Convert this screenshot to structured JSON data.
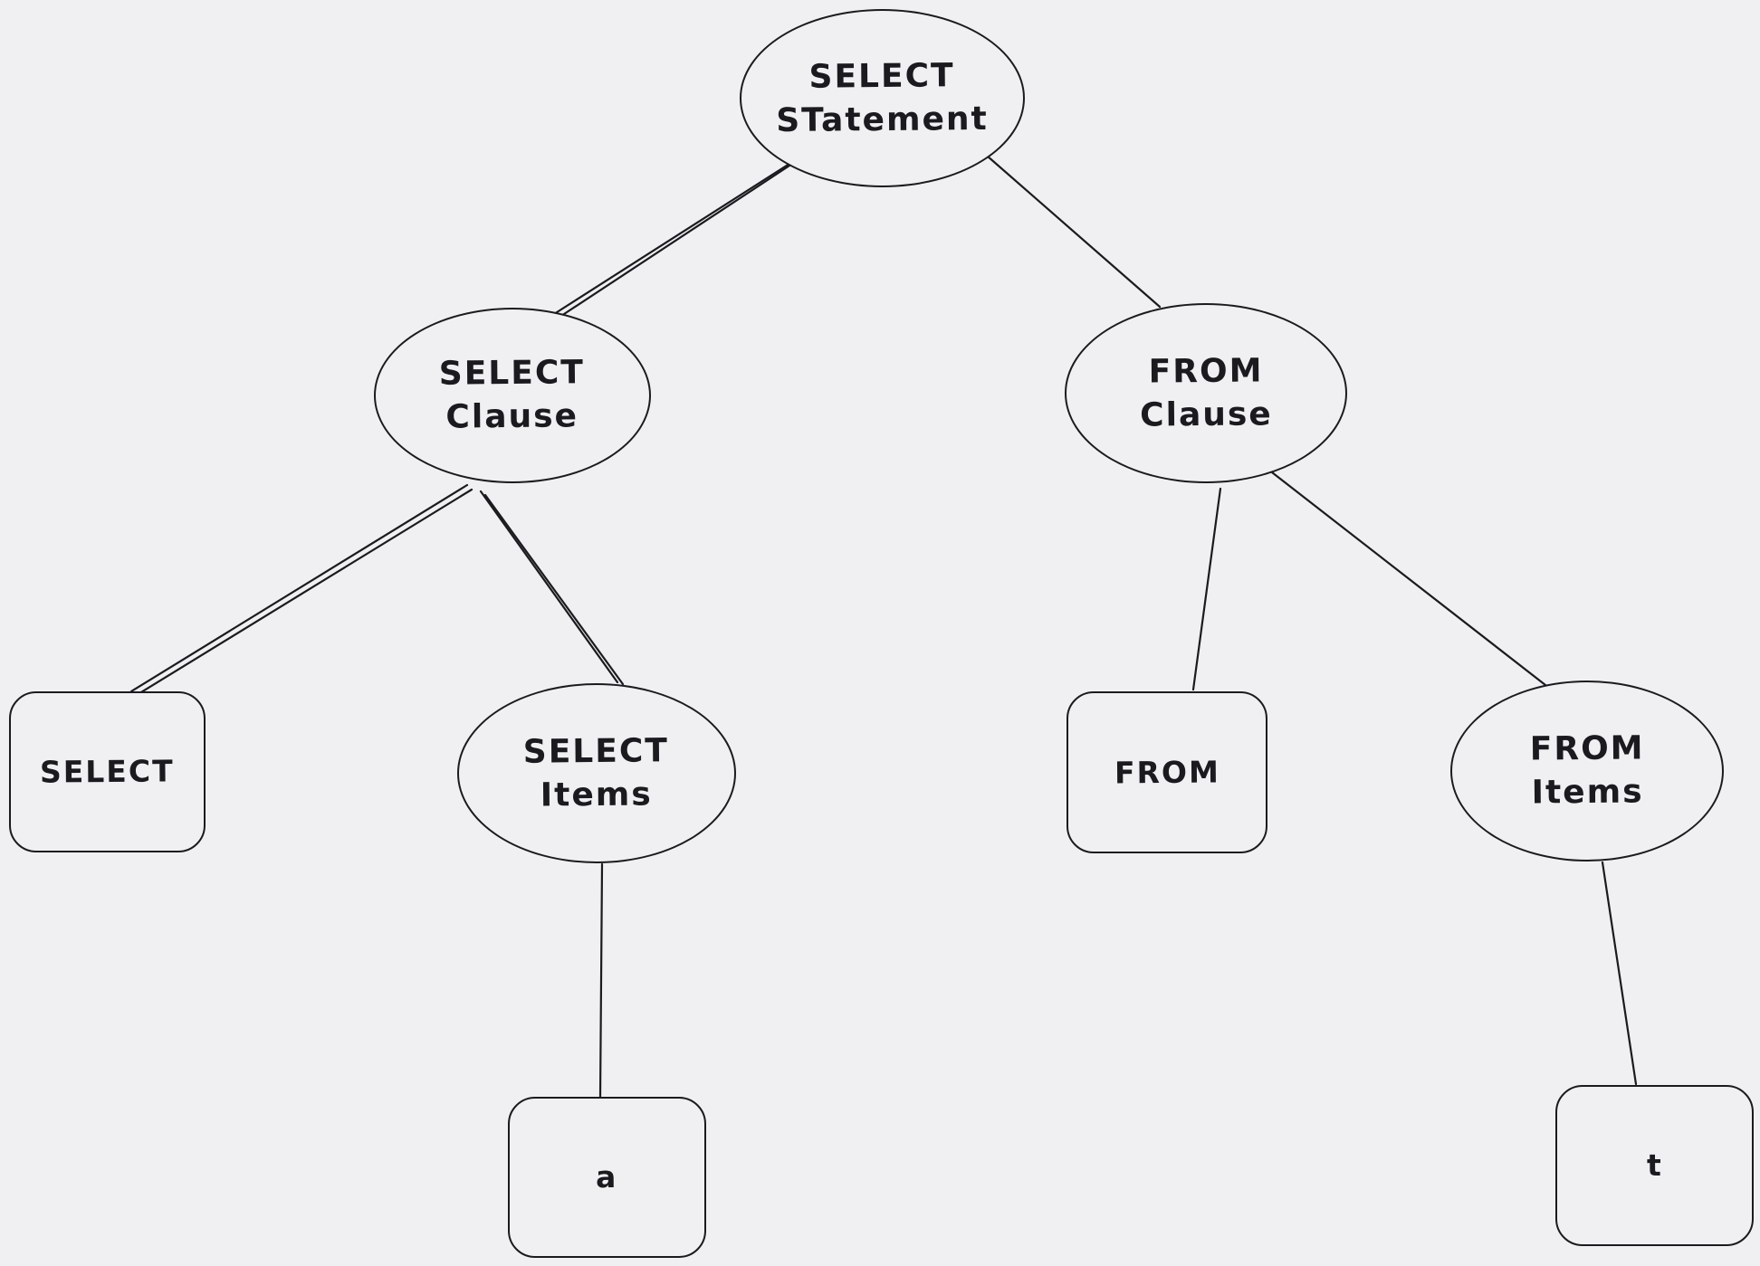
{
  "colors": {
    "background": "#f0f0f2",
    "stroke": "#1b1b1f",
    "node_fill": "#f0f0f2"
  },
  "nodes": {
    "select_statement": {
      "shape": "ellipse",
      "lines": [
        "SELECT",
        "STatement"
      ]
    },
    "select_clause": {
      "shape": "ellipse",
      "lines": [
        "SELECT",
        "Clause"
      ]
    },
    "from_clause": {
      "shape": "ellipse",
      "lines": [
        "FROM",
        "Clause"
      ]
    },
    "select_keyword": {
      "shape": "rect",
      "label": "SELECT"
    },
    "select_items": {
      "shape": "ellipse",
      "lines": [
        "SELECT",
        "Items"
      ]
    },
    "from_keyword": {
      "shape": "rect",
      "label": "FROM"
    },
    "from_items": {
      "shape": "ellipse",
      "lines": [
        "FROM",
        "Items"
      ]
    },
    "item_a": {
      "shape": "rect",
      "label": "a"
    },
    "table_t": {
      "shape": "rect",
      "label": "t"
    }
  },
  "edges": [
    {
      "from": "select-statement",
      "to": "select-clause",
      "stroke_style": "double"
    },
    {
      "from": "select-statement",
      "to": "from-clause",
      "stroke_style": "single"
    },
    {
      "from": "select-clause",
      "to": "select-keyword",
      "stroke_style": "double"
    },
    {
      "from": "select-clause",
      "to": "select-items",
      "stroke_style": "double"
    },
    {
      "from": "from-clause",
      "to": "from-keyword",
      "stroke_style": "single"
    },
    {
      "from": "from-clause",
      "to": "from-items",
      "stroke_style": "single"
    },
    {
      "from": "select-items",
      "to": "item-a",
      "stroke_style": "single"
    },
    {
      "from": "from-items",
      "to": "table-t",
      "stroke_style": "single"
    }
  ]
}
